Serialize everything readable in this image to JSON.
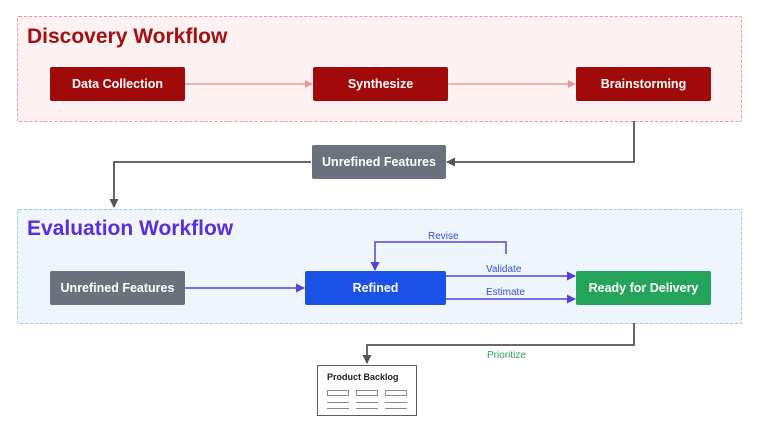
{
  "sections": {
    "discovery": {
      "title": "Discovery Workflow"
    },
    "evaluation": {
      "title": "Evaluation Workflow"
    }
  },
  "nodes": {
    "data_collection": "Data Collection",
    "synthesize": "Synthesize",
    "brainstorming": "Brainstorming",
    "unrefined_mid": "Unrefined Features",
    "unrefined_eval": "Unrefined Features",
    "refined": "Refined",
    "ready": "Ready for Delivery"
  },
  "edge_labels": {
    "revise": "Revise",
    "validate": "Validate",
    "estimate": "Estimate",
    "prioritize": "Prioritize"
  },
  "backlog": {
    "title": "Product Backlog"
  },
  "colors": {
    "discovery_node": "#a10a0a",
    "unrefined_node": "#6b717d",
    "refined_node": "#1a52e8",
    "ready_node": "#23a45a",
    "discovery_title": "#a30f13",
    "evaluation_title": "#5a2fd9"
  }
}
